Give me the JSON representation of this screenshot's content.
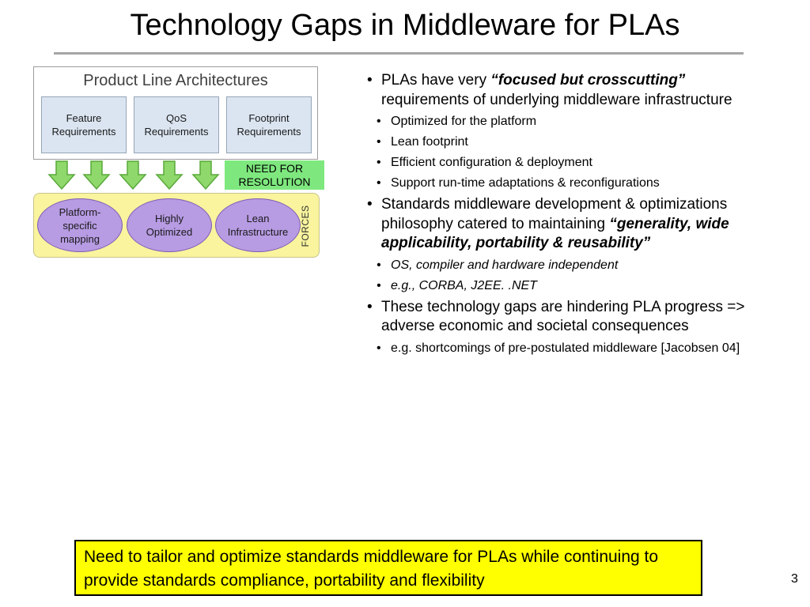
{
  "title": "Technology Gaps in Middleware for PLAs",
  "diagram": {
    "pla_title": "Product Line Architectures",
    "requirements": [
      "Feature Requirements",
      "QoS Requirements",
      "Footprint Requirements"
    ],
    "need_line1": "NEED FOR",
    "need_line2": "RESOLUTION",
    "forces_label": "FORCES",
    "forces": [
      "Platform-specific mapping",
      "Highly Optimized",
      "Lean Infrastructure"
    ],
    "colors": {
      "arrow": "#8fd86b",
      "need": "#7ee87e",
      "forces_bg": "#f9f49d",
      "ellipse": "#b79be3",
      "req_box": "#dbe5f1"
    }
  },
  "bullets": {
    "b1": {
      "pre": "PLAs have very ",
      "em": "“focused but crosscutting”",
      "post": " requirements of underlying middleware infrastructure"
    },
    "b1_subs": [
      "Optimized for the platform",
      "Lean footprint",
      "Efficient configuration & deployment",
      "Support run-time adaptations & reconfigurations"
    ],
    "b2": {
      "pre": "Standards middleware development & optimizations philosophy catered to maintaining ",
      "em": "“generality, wide applicability, portability & reusability”"
    },
    "b2_subs": [
      "OS, compiler and hardware independent",
      "e.g., CORBA, J2EE. .NET"
    ],
    "b3": "These technology gaps are hindering PLA progress => adverse economic and societal consequences",
    "b3_subs": [
      "e.g. shortcomings of pre-postulated middleware [Jacobsen 04]"
    ]
  },
  "callout": "Need to tailor and optimize standards middleware for PLAs while continuing to provide standards compliance, portability and flexibility",
  "page_number": "3"
}
